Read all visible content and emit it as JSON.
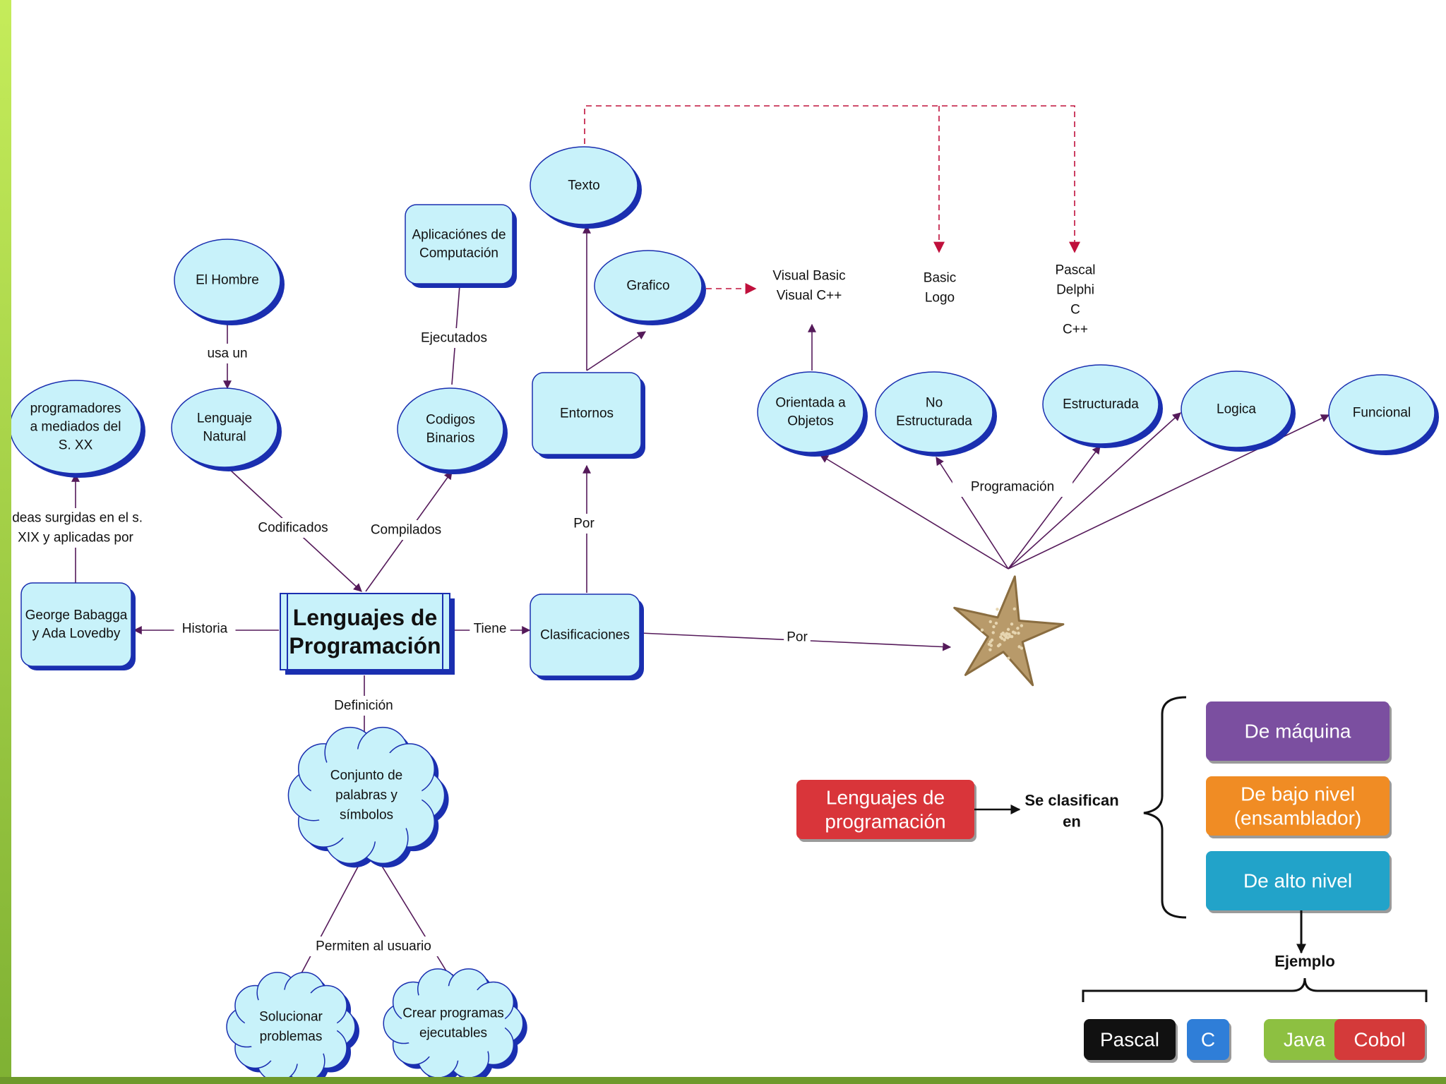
{
  "concept_map": {
    "center": [
      "Lenguajes de",
      "Programación"
    ],
    "nodes": {
      "el_hombre": [
        "El Hombre"
      ],
      "lenguaje_natural": [
        "Lenguaje",
        "Natural"
      ],
      "programadores": [
        "programadores",
        "a mediados del",
        "S. XX"
      ],
      "babbage": [
        "George Babagga",
        "y Ada Lovedby"
      ],
      "codigos_binarios": [
        "Codigos",
        "Binarios"
      ],
      "aplicaciones": [
        "Aplicaciónes de",
        "Computación"
      ],
      "texto": [
        "Texto"
      ],
      "grafico": [
        "Grafico"
      ],
      "entornos": [
        "Entornos"
      ],
      "clasificaciones": [
        "Clasificaciones"
      ],
      "orientada": [
        "Orientada a",
        "Objetos"
      ],
      "no_estructurada": [
        "No",
        "Estructurada"
      ],
      "estructurada": [
        "Estructurada"
      ],
      "logica": [
        "Logica"
      ],
      "funcional": [
        "Funcional"
      ],
      "conjunto": [
        "Conjunto de",
        "palabras y",
        "símbolos"
      ],
      "solucionar": [
        "Solucionar",
        "problemas"
      ],
      "crear": [
        "Crear programas",
        "ejecutables"
      ]
    },
    "examples": {
      "visual": [
        "Visual Basic",
        "Visual C++"
      ],
      "basic": [
        "Basic",
        "Logo"
      ],
      "pascal": [
        "Pascal",
        "Delphi",
        "C",
        "C++"
      ]
    },
    "link_labels": {
      "usa_un": "usa un",
      "codificados": "Codificados",
      "compilados": "Compilados",
      "ejecutados": "Ejecutados",
      "ideas": [
        "Ideas surgidas en el s.",
        "XIX y aplicadas por"
      ],
      "historia": "Historia",
      "tiene": "Tiene",
      "por_up": "Por",
      "por_right": "Por",
      "definicion": "Definición",
      "permiten": "Permiten al usuario",
      "programacion": "Programación"
    }
  },
  "classification": {
    "source": [
      "Lenguajes de",
      "programación"
    ],
    "connector": [
      "Se clasifican",
      "en"
    ],
    "levels": [
      {
        "label": [
          "De máquina"
        ],
        "color": "#7b4fa0"
      },
      {
        "label": [
          "De bajo nivel",
          "(ensamblador)"
        ],
        "color": "#f08c24"
      },
      {
        "label": [
          "De alto nivel"
        ],
        "color": "#22a3c9"
      }
    ],
    "example_label": "Ejemplo",
    "examples": [
      {
        "label": "Pascal",
        "color": "#111111"
      },
      {
        "label": "C",
        "color": "#2f7ed8"
      },
      {
        "label": "Java",
        "color": "#8dc041"
      },
      {
        "label": "Cobol",
        "color": "#d43a3a"
      }
    ],
    "source_color": "#d9353a"
  },
  "colors": {
    "node_fill": "#c8f2fa",
    "node_shadow": "#1a2fb0",
    "link": "#551a5a",
    "dashed": "#c0103c",
    "frame": "#8cbf3c"
  },
  "icons": {
    "starfish": "starfish-icon"
  }
}
